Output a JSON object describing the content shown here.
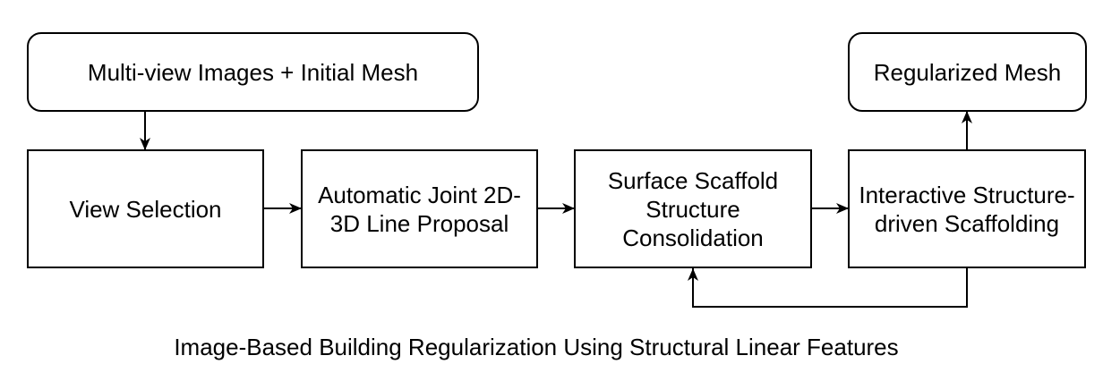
{
  "nodes": {
    "input": {
      "label": "Multi-view Images + Initial Mesh"
    },
    "output": {
      "label": "Regularized Mesh"
    },
    "view_selection": {
      "label": "View Selection"
    },
    "line_proposal": {
      "lines": [
        "Automatic Joint 2D-",
        "3D Line Proposal"
      ]
    },
    "consolidation": {
      "lines": [
        "Surface Scaffold",
        "Structure",
        "Consolidation"
      ]
    },
    "scaffolding": {
      "lines": [
        "Interactive Structure-",
        "driven Scaffolding"
      ]
    }
  },
  "caption": "Image-Based Building Regularization Using Structural Linear Features",
  "colors": {
    "stroke": "#000000",
    "background": "#ffffff",
    "text": "#000000"
  }
}
